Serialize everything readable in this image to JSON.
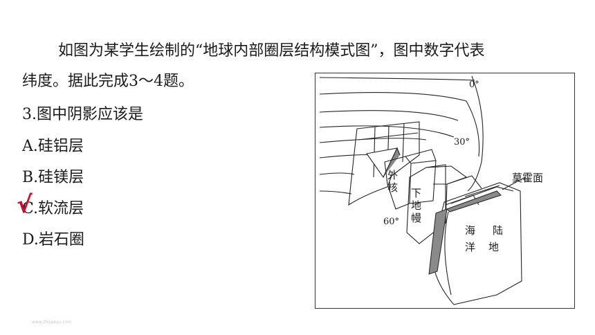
{
  "intro": {
    "line1": "如图为某学生绘制的“地球内部圈层结构模式图”，图中数字代表",
    "line2": "纬度。据此完成3～4题。"
  },
  "question": {
    "stem": "3.图中阴影应该是",
    "options": [
      {
        "label": "A.硅铝层"
      },
      {
        "label": "B.硅镁层"
      },
      {
        "label": "C.软流层"
      },
      {
        "label": "D.岩石圈"
      }
    ],
    "answer_mark": "√"
  },
  "figure": {
    "lat_0": "0°",
    "lat_30": "30°",
    "lat_60": "60°",
    "outer_core": [
      "外",
      "核"
    ],
    "lower_mantle": [
      "下",
      "地",
      "幔"
    ],
    "moho": "莫霍面",
    "ocean": [
      "海",
      "洋"
    ],
    "land": [
      "陆",
      "地"
    ]
  },
  "watermark": "www.zhijiaoyu.com"
}
